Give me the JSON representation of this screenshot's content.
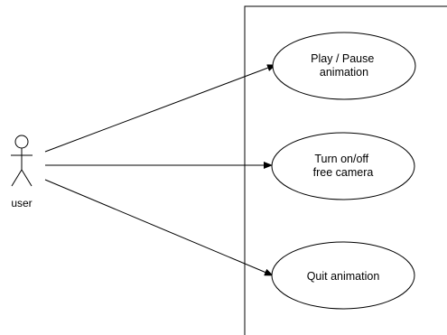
{
  "actor": {
    "label": "user"
  },
  "use_cases": [
    {
      "lines": [
        "Play / Pause",
        "animation"
      ]
    },
    {
      "lines": [
        "Turn on/off",
        "free camera"
      ]
    },
    {
      "lines": [
        "Quit animation"
      ]
    }
  ],
  "colors": {
    "stroke": "#000000",
    "background": "#ffffff"
  }
}
